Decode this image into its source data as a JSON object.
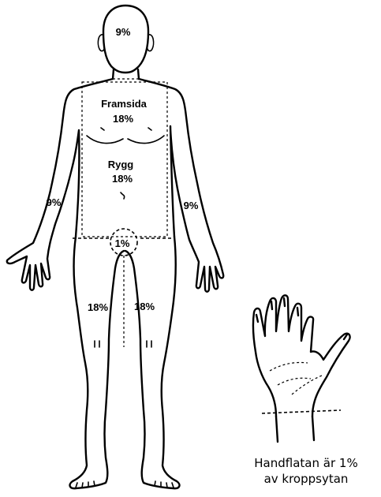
{
  "labels": {
    "head": "9%",
    "front": "Framsida",
    "front_pct": "18%",
    "back": "Rygg",
    "back_pct": "18%",
    "right_arm": "9%",
    "left_arm": "9%",
    "genitals": "1%",
    "right_leg": "18%",
    "left_leg": "18%"
  },
  "caption": {
    "line1": "Handflatan är 1%",
    "line2": "av kroppsytan"
  }
}
